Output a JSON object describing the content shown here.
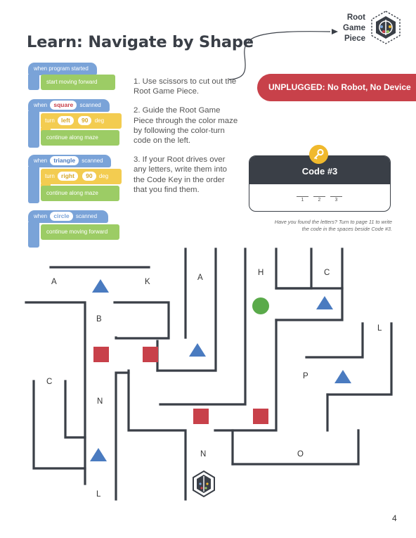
{
  "title": "Learn: Navigate by Shape",
  "game_piece_label": [
    "Root",
    "Game",
    "Piece"
  ],
  "unplugged_banner": "UNPLUGGED: No Robot, No Device",
  "instructions": [
    "1. Use scissors to cut out the Root Game Piece.",
    "2. Guide the Root Game Piece through the color maze by following the color-turn code on the left.",
    "3. If your Root drives over any letters, write them into the Code Key in the order that you find them."
  ],
  "code_blocks": {
    "when_program_started": "when program started",
    "start_moving_forward": "start moving forward",
    "when": "when",
    "scanned": "scanned",
    "square": "square",
    "triangle": "triangle",
    "circle": "circle",
    "turn": "turn",
    "left": "left",
    "right": "right",
    "angle": "90",
    "deg": "deg",
    "continue_along_maze": "continue along maze",
    "continue_moving_forward": "continue moving forward"
  },
  "code_card": {
    "title": "Code #3",
    "blanks": [
      "1",
      "2",
      "3"
    ]
  },
  "hint": "Have you found the letters? Turn to page 11 to write the code in the spaces beside Code #3.",
  "maze_letters": {
    "A1": "A",
    "K": "K",
    "A2": "A",
    "H": "H",
    "C1": "C",
    "B": "B",
    "L1": "L",
    "C2": "C",
    "N1": "N",
    "P": "P",
    "N2": "N",
    "O": "O",
    "L2": "L"
  },
  "page_number": "4",
  "colors": {
    "heading": "#3a3f47",
    "banner_red": "#c8414a",
    "square_red": "#c8414a",
    "triangle_blue": "#4a7bc0",
    "circle_green": "#5aaa4a",
    "maze_wall": "#3a3f47",
    "key_yellow": "#f0b92d"
  },
  "icons": {
    "game_piece": "root-robot-hex-icon",
    "key": "key-icon"
  }
}
